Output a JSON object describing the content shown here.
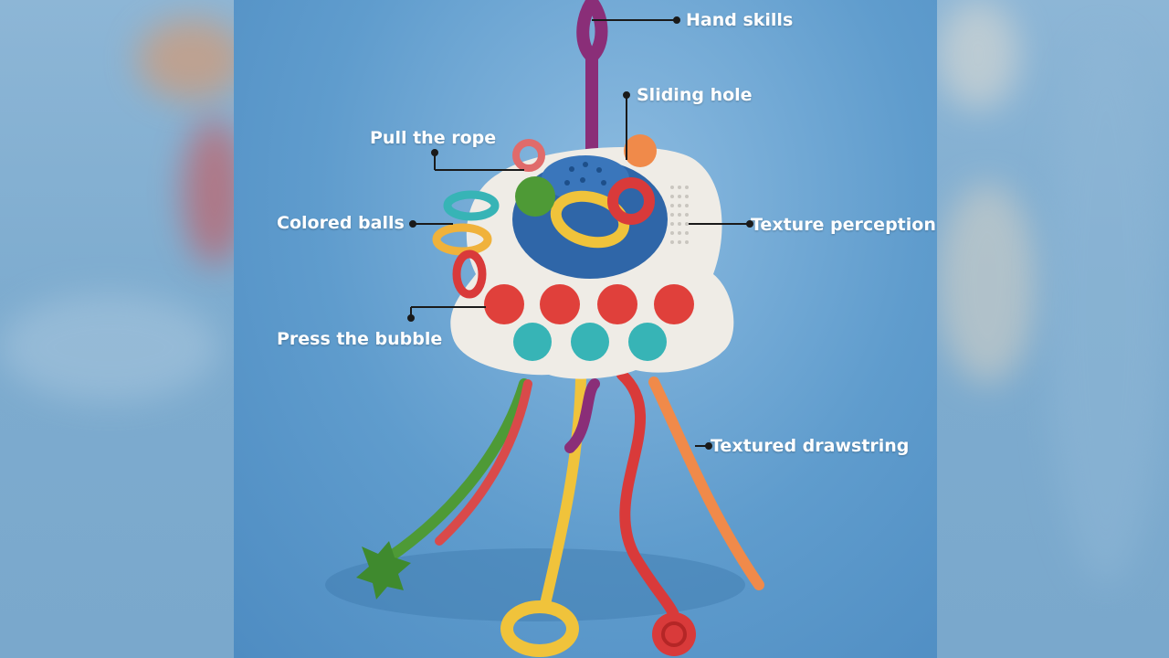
{
  "callouts": {
    "hand_skills": "Hand skills",
    "sliding_hole": "Sliding hole",
    "pull_the_rope": "Pull the rope",
    "colored_balls": "Colored balls",
    "texture_perception": "Texture perception",
    "press_the_bubble": "Press the bubble",
    "textured_drawstring": "Textured drawstring"
  },
  "colors": {
    "background": "#5f9ccd",
    "toy_body": "#efece6",
    "hub": "#2f66a8",
    "bubble_red": "#e0403b",
    "bubble_teal": "#37b4b6",
    "label_text": "#ffffff",
    "leader_line": "#1a1a1a"
  }
}
